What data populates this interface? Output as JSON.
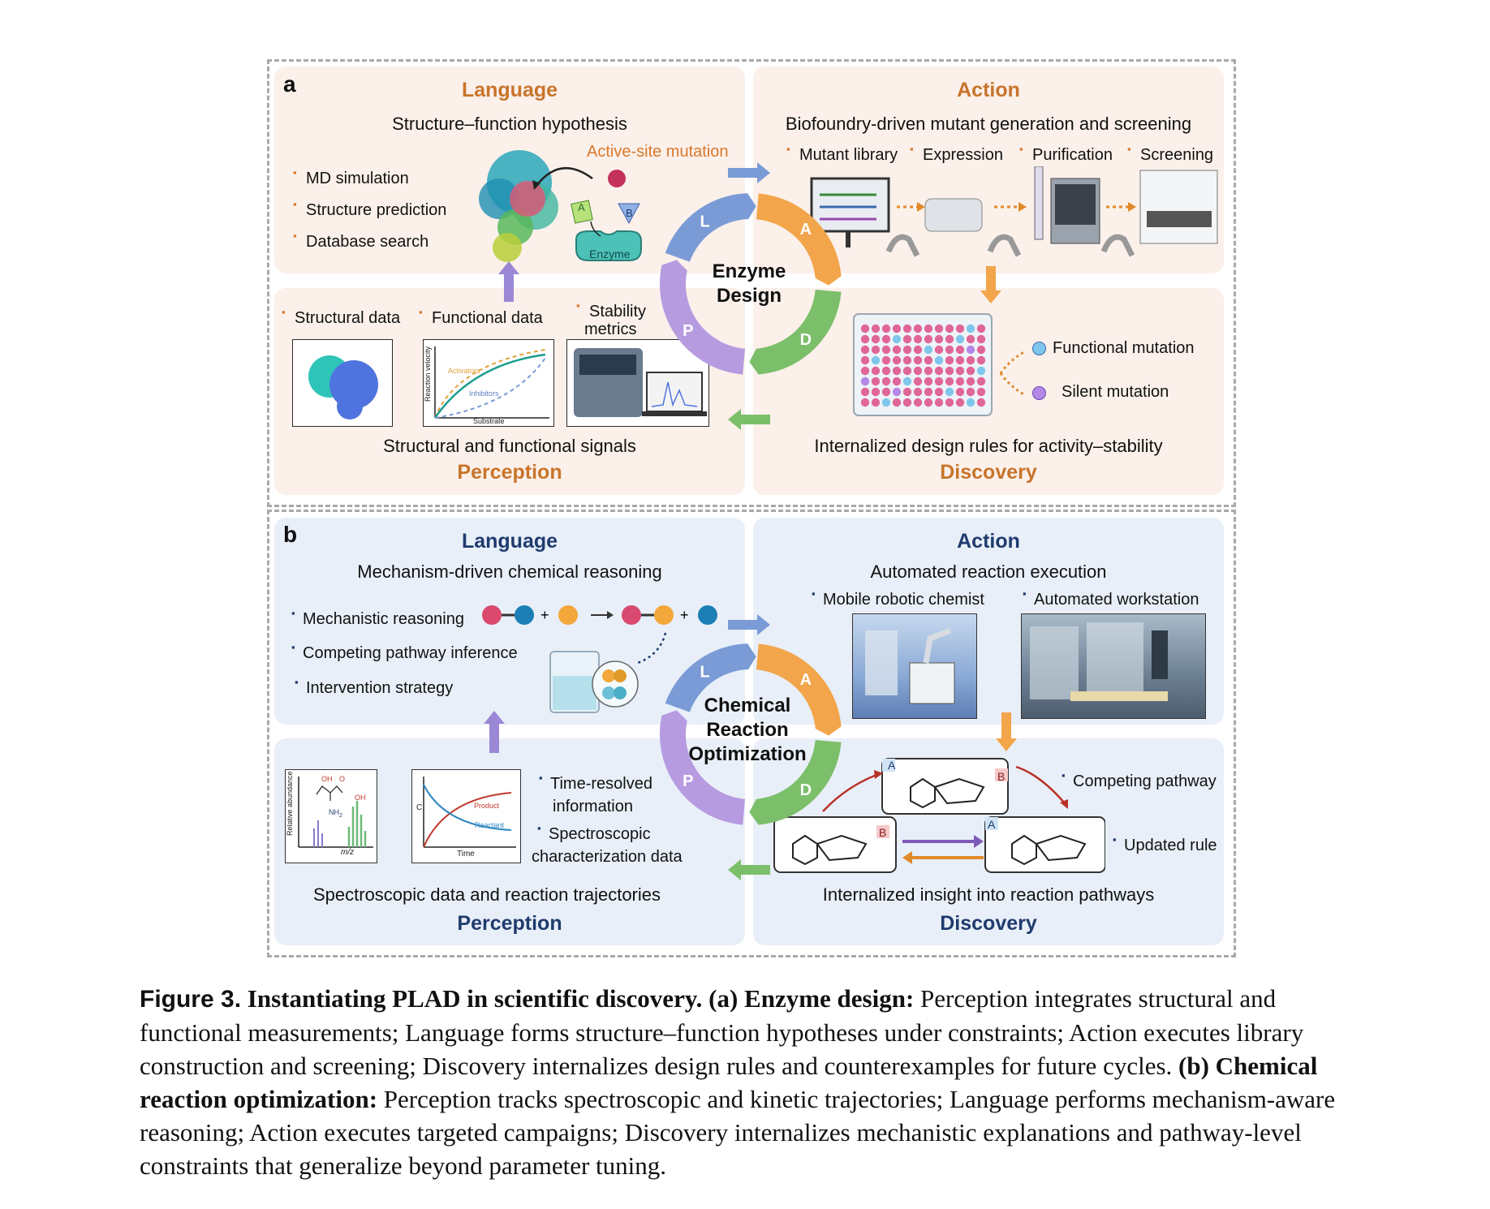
{
  "panel_a": {
    "letter": "a",
    "language": {
      "title": "Language",
      "subtitle": "Structure–function hypothesis",
      "annotation": "Active-site mutation",
      "items": [
        "MD simulation",
        "Structure prediction",
        "Database search"
      ],
      "enzyme_label": "Enzyme",
      "substrate_a": "A",
      "substrate_b": "B"
    },
    "action": {
      "title": "Action",
      "subtitle": "Biofoundry-driven mutant generation and screening",
      "steps": [
        "Mutant library",
        "Expression",
        "Purification",
        "Screening"
      ]
    },
    "perception": {
      "title": "Perception",
      "subtitle": "Structural and functional signals",
      "items": [
        "Structural data",
        "Functional data",
        "Stability",
        "metrics"
      ],
      "plot_y": "Reaction velocity",
      "plot_x": "Substrate",
      "plot_activators": "Activators",
      "plot_inhibitors": "Inhibitors"
    },
    "discovery": {
      "title": "Discovery",
      "subtitle": "Internalized design rules for activity–stability",
      "legend": [
        "Functional mutation",
        "Silent mutation"
      ]
    },
    "cycle": {
      "center_line1": "Enzyme",
      "center_line2": "Design",
      "letters": [
        "L",
        "A",
        "D",
        "P"
      ]
    }
  },
  "panel_b": {
    "letter": "b",
    "language": {
      "title": "Language",
      "subtitle": "Mechanism-driven chemical reasoning",
      "items": [
        "Mechanistic reasoning",
        "Competing pathway inference",
        "Intervention strategy"
      ]
    },
    "action": {
      "title": "Action",
      "subtitle": "Automated reaction execution",
      "items": [
        "Mobile robotic chemist",
        "Automated workstation"
      ]
    },
    "perception": {
      "title": "Perception",
      "subtitle": "Spectroscopic data and reaction trajectories",
      "items": [
        "Time-resolved",
        "information",
        "Spectroscopic",
        "characterization data"
      ],
      "ms_y": "Relative abundance",
      "ms_x": "m/z",
      "kin_y": "C",
      "kin_x": "Time",
      "kin_product": "Product",
      "kin_reactant": "Reactant",
      "mol_oh1": "OH",
      "mol_o": "O",
      "mol_oh2": "OH",
      "mol_nh2": "NH",
      "mol_nh2_sub": "2"
    },
    "discovery": {
      "title": "Discovery",
      "subtitle": "Internalized insight into reaction pathways",
      "items": [
        "Competing pathway",
        "Updated rule"
      ]
    },
    "cycle": {
      "center_line1": "Chemical",
      "center_line2": "Reaction",
      "center_line3": "Optimization",
      "letters": [
        "L",
        "A",
        "D",
        "P"
      ]
    }
  },
  "caption": {
    "figure_label": "Figure 3.",
    "title": "Instantiating PLAD in scientific discovery.",
    "a_label": "(a) Enzyme design:",
    "a_text": "Perception integrates structural and functional measurements; Language forms structure–function hypotheses under constraints; Action executes library construction and screening; Discovery internalizes design rules and counterexamples for future cycles.",
    "b_label": "(b) Chemical reaction optimization:",
    "b_text": "Perception tracks spectroscopic and kinetic trajectories; Language performs mechanism-aware reasoning; Action executes targeted campaigns; Discovery internalizes mechanistic explanations and pathway-level constraints that generalize beyond parameter tuning."
  },
  "colors": {
    "orange_title": "#c8742b",
    "navy_title": "#1f3b6e",
    "cycle_L": "#7a9bd6",
    "cycle_A": "#f2a54a",
    "cycle_D": "#7cbf6a",
    "cycle_P": "#b79be0",
    "functional_dot": "#7fc6ec",
    "silent_dot": "#b388e6",
    "well_pink": "#e0669a"
  }
}
